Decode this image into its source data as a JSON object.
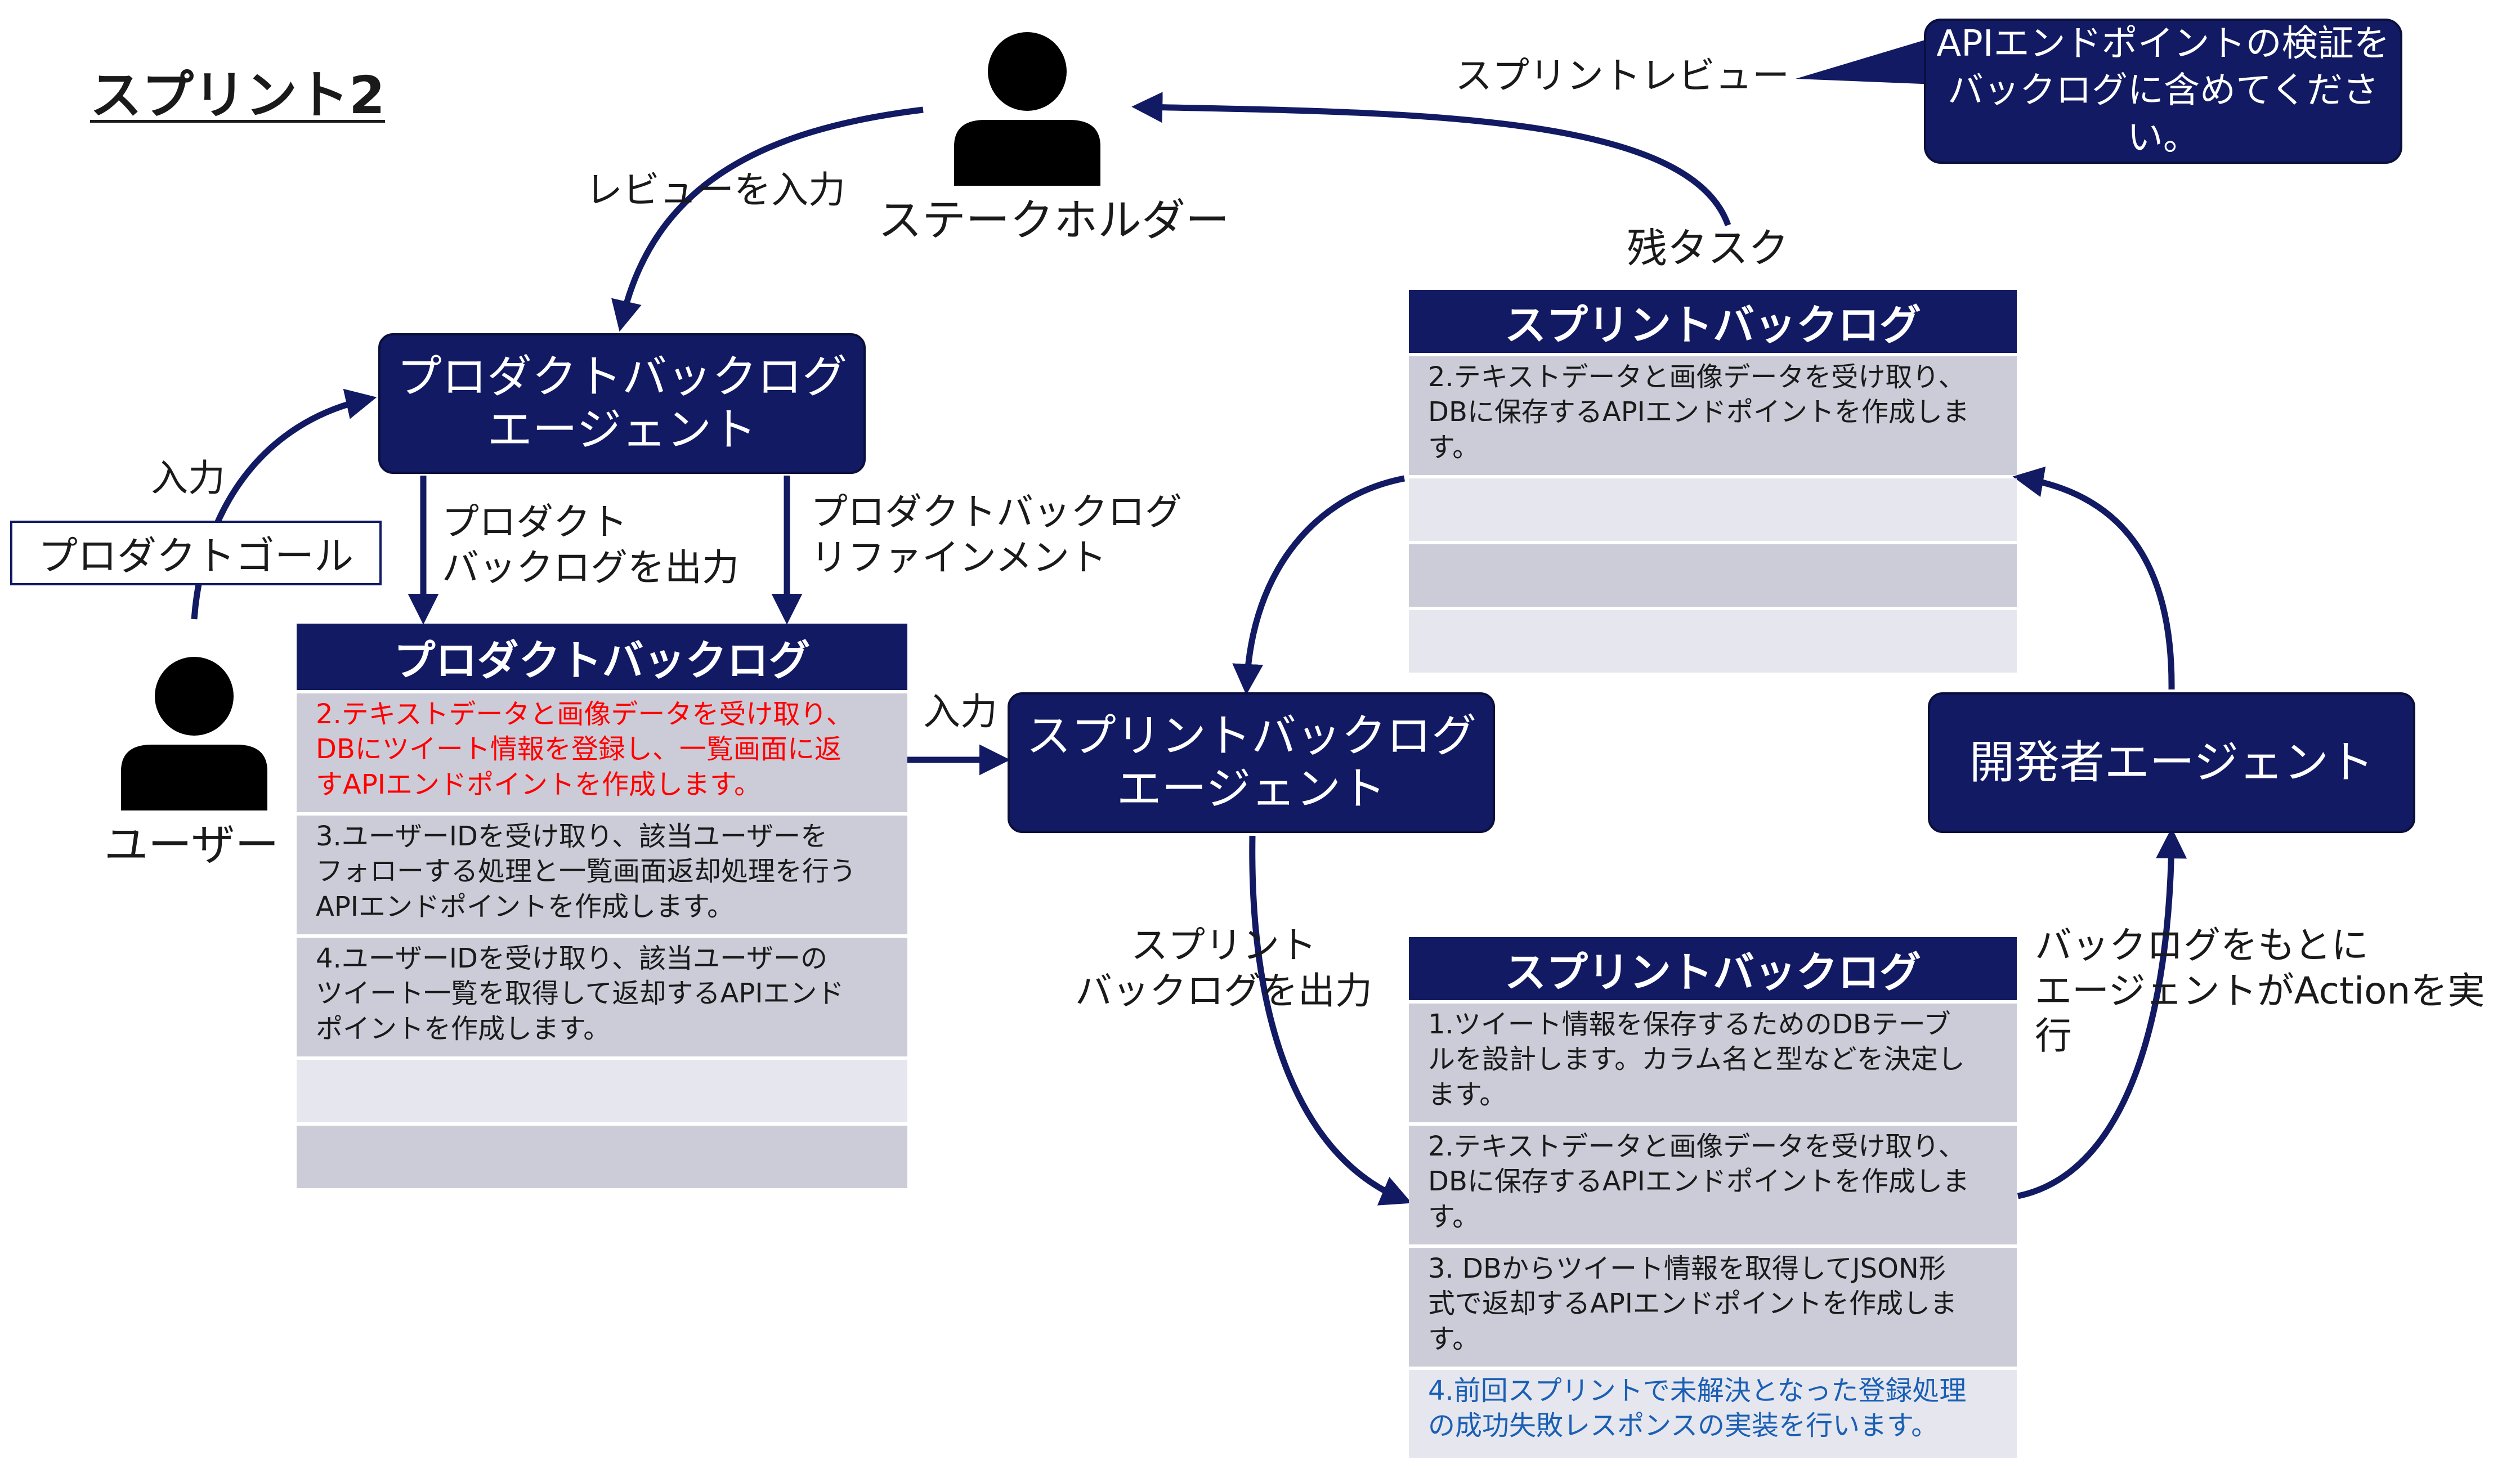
{
  "title": "スプリント2",
  "callout": "APIエンドポイントの検証を\nバックログに含めてください。",
  "labels": {
    "sprint_review": "スプリントレビュー",
    "review_input": "レビューを入力",
    "stakeholder": "ステークホルダー",
    "remaining_tasks": "残タスク",
    "input_user": "入力",
    "product_output": "プロダクト\nバックログを出力",
    "refinement": "プロダクトバックログ\nリファインメント",
    "input_sprint": "入力",
    "user": "ユーザー",
    "sprint_output": "スプリント\nバックログを出力",
    "agent_action": "バックログをもとに\nエージェントがActionを実行"
  },
  "product_goal": "プロダクトゴール",
  "agents": {
    "product_backlog_agent": "プロダクトバックログ\nエージェント",
    "sprint_backlog_agent": "スプリントバックログ\nエージェント",
    "developer_agent": "開発者エージェント"
  },
  "product_backlog": {
    "header": "プロダクトバックログ",
    "items": [
      "2.テキストデータと画像データを受け取り、\nDBにツイート情報を登録し、一覧画面に返\nすAPIエンドポイントを作成します。",
      "3.ユーザーIDを受け取り、該当ユーザーを\nフォローする処理と一覧画面返却処理を行う\nAPIエンドポイントを作成します。",
      "4.ユーザーIDを受け取り、該当ユーザーの\nツイート一覧を取得して返却するAPIエンド\nポイントを作成します。",
      "",
      ""
    ]
  },
  "sprint_backlog_top": {
    "header": "スプリントバックログ",
    "items": [
      "2.テキストデータと画像データを受け取り、\nDBに保存するAPIエンドポイントを作成しま\nす。",
      "",
      "",
      ""
    ]
  },
  "sprint_backlog_bottom": {
    "header": "スプリントバックログ",
    "items": [
      "1.ツイート情報を保存するためのDBテーブ\nルを設計します。カラム名と型などを決定し\nます。",
      "2.テキストデータと画像データを受け取り、\nDBに保存するAPIエンドポイントを作成しま\nす。",
      "3. DBからツイート情報を取得してJSON形\n式で返却するAPIエンドポイントを作成しま\nす。",
      "4.前回スプリントで未解決となった登録処理\nの成功失敗レスポンスの実装を行います。"
    ]
  },
  "colors": {
    "navy": "#111a62",
    "red_text": "#ff0000",
    "blue_text": "#1a5fb4",
    "row_dark": "#cbccd8",
    "row_light": "#e6e7ee"
  }
}
